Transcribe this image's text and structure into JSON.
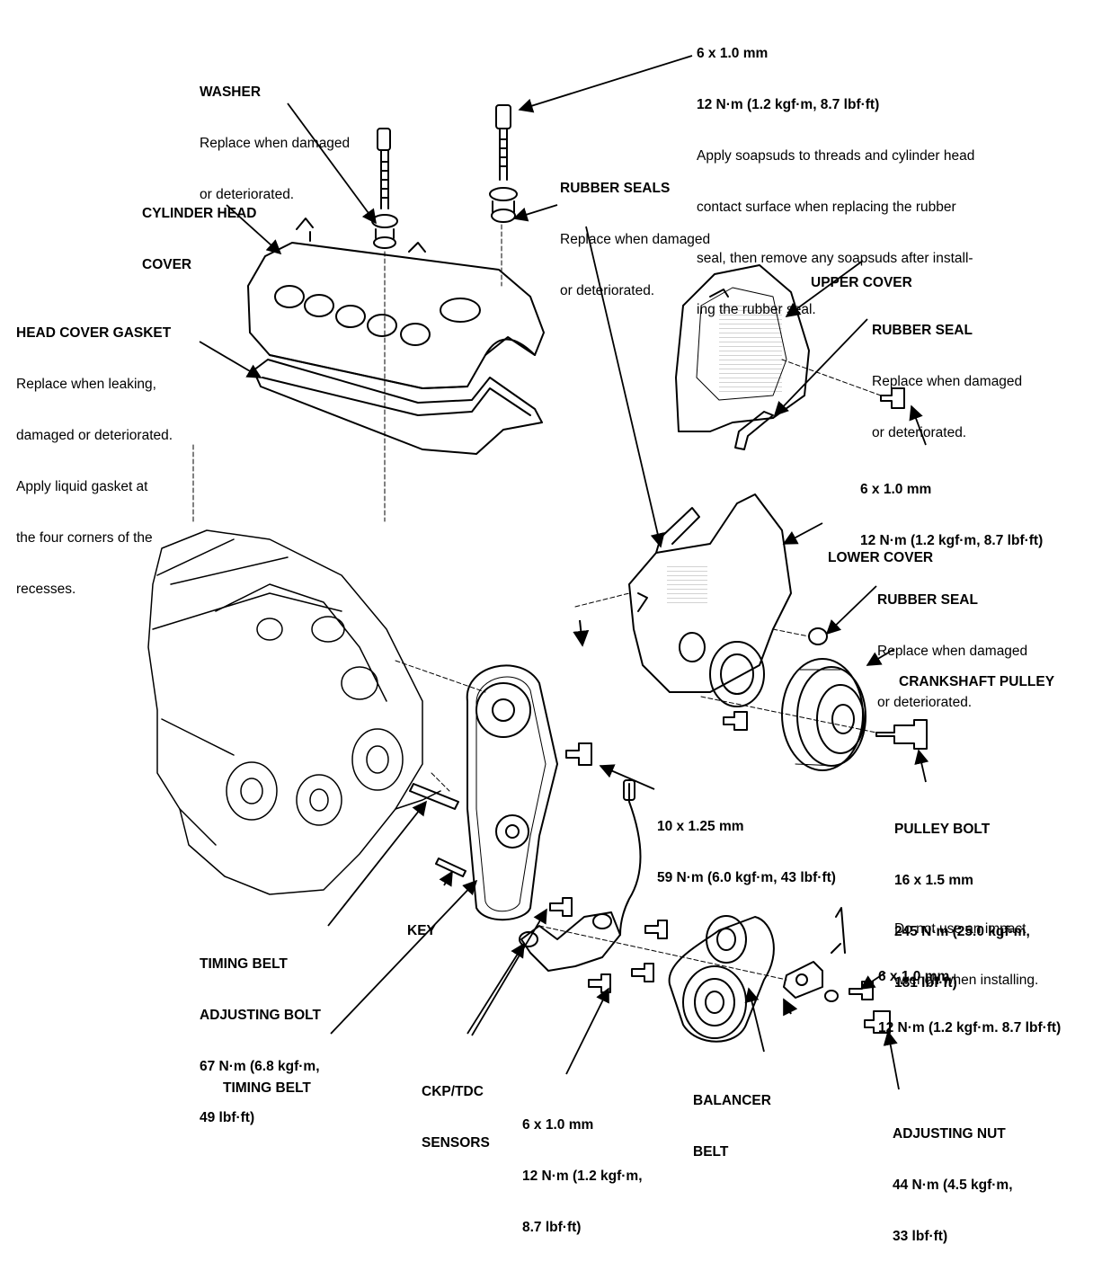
{
  "labels": {
    "top_bolt": {
      "spec": "6 x 1.0 mm",
      "torque": "12 N·m (1.2 kgf·m, 8.7 lbf·ft)",
      "note_1": "Apply soapsuds to threads and cylinder head",
      "note_2": "contact surface when replacing the rubber",
      "note_3": "seal, then remove any soapsuds after install-",
      "note_4": "ing the rubber seal."
    },
    "washer": {
      "title": "WASHER",
      "line_1": "Replace when damaged",
      "line_2": "or deteriorated."
    },
    "rubber_seals": {
      "title": "RUBBER SEALS",
      "line_1": "Replace when damaged",
      "line_2": "or deteriorated."
    },
    "cylinder_head_cover": {
      "line_1": "CYLINDER HEAD",
      "line_2": "COVER"
    },
    "upper_cover": {
      "title": "UPPER COVER"
    },
    "rubber_seal_upper": {
      "title": "RUBBER SEAL",
      "line_1": "Replace when damaged",
      "line_2": "or deteriorated."
    },
    "head_cover_gasket": {
      "title": "HEAD COVER GASKET",
      "line_1": "Replace when leaking,",
      "line_2": "damaged or deteriorated.",
      "line_3": "Apply liquid gasket at",
      "line_4": "the four corners of the",
      "line_5": "recesses."
    },
    "upper_cover_bolt": {
      "spec": "6 x 1.0 mm",
      "torque": "12 N·m (1.2 kgf·m, 8.7 lbf·ft)"
    },
    "lower_cover": {
      "title": "LOWER COVER"
    },
    "rubber_seal_lower": {
      "title": "RUBBER SEAL",
      "line_1": "Replace when damaged",
      "line_2": "or deteriorated."
    },
    "crankshaft_pulley": {
      "title": "CRANKSHAFT PULLEY"
    },
    "center_bolt": {
      "spec": "10 x 1.25 mm",
      "torque": "59 N·m (6.0 kgf·m, 43 lbf·ft)"
    },
    "pulley_bolt": {
      "title": "PULLEY BOLT",
      "spec": "16 x 1.5 mm",
      "torque_1": "245 N·m (25.0 kgf·m,",
      "torque_2": "181 lbf·ft)",
      "note_1": "Do not use an impact",
      "note_2": "wrench when installing."
    },
    "tensioner_bolt": {
      "spec": "6 x 1.0 mm",
      "torque": "12 N·m (1.2 kgf·m. 8.7 lbf·ft)"
    },
    "key": {
      "title": "KEY"
    },
    "timing_belt_adjusting_bolt": {
      "line_1": "TIMING BELT",
      "line_2": "ADJUSTING BOLT",
      "torque_1": "67 N·m (6.8 kgf·m,",
      "torque_2": "49 lbf·ft)"
    },
    "timing_belt": {
      "title": "TIMING BELT"
    },
    "ckp_tdc_sensors": {
      "line_1": "CKP/TDC",
      "line_2": "SENSORS"
    },
    "sensor_bolt": {
      "spec": "6 x 1.0 mm",
      "torque_1": "12 N·m (1.2 kgf·m,",
      "torque_2": "8.7 lbf·ft)"
    },
    "balancer_belt": {
      "line_1": "BALANCER",
      "line_2": "BELT"
    },
    "adjusting_nut": {
      "title": "ADJUSTING NUT",
      "torque_1": "44 N·m (4.5 kgf·m,",
      "torque_2": "33 lbf·ft)"
    }
  }
}
